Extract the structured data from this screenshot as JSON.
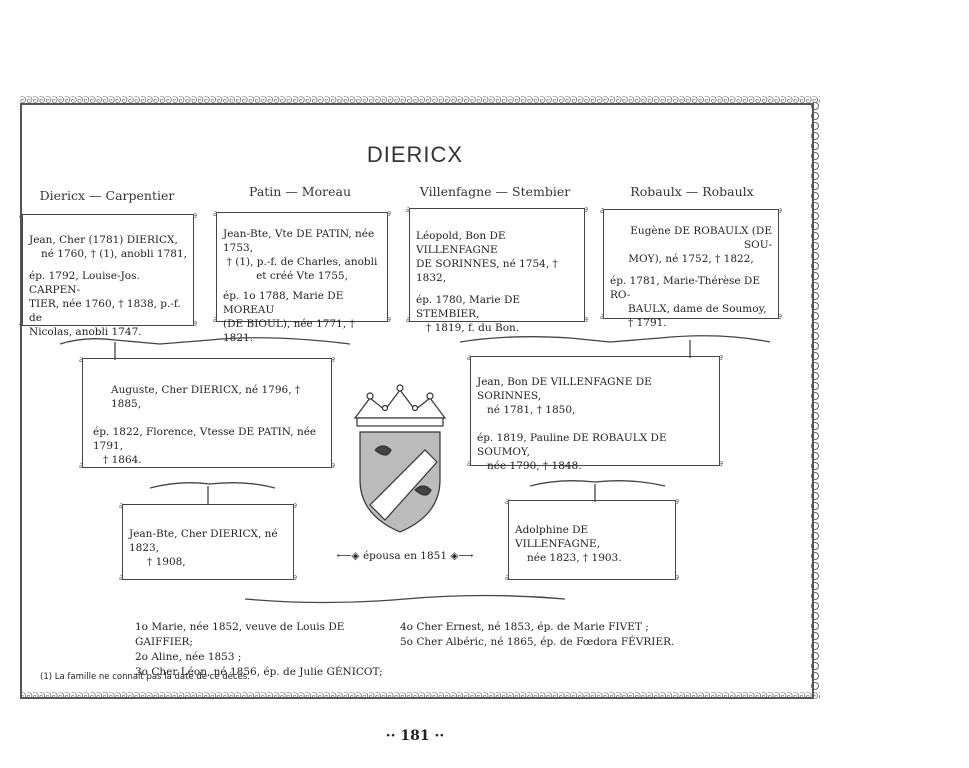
{
  "page": {
    "title": "DIERICX",
    "page_number": "181",
    "page_number_ornament_left": "··",
    "page_number_ornament_right": "··"
  },
  "headings": [
    "Diericx — Carpentier",
    "Patin — Moreau",
    "Villenfagne — Stembier",
    "Robaulx — Robaulx"
  ],
  "gen1": [
    {
      "line1": "Jean, Cher (1781) DIERICX,",
      "line2": "né 1760, † (1), anobli 1781,",
      "line3": "ép. 1792, Louise-Jos. CARPEN-",
      "line4": "TIER, née 1760, † 1838, p.-f. de",
      "line5": "Nicolas, anobli 1747."
    },
    {
      "line1": "Jean-Bte, Vte DE PATIN, née 1753,",
      "line2": "† (1), p.-f. de Charles, anobli",
      "line3": "et créé Vte 1755,",
      "line4": "ép. 1o 1788, Marie DE MOREAU",
      "line5": "(DE BIOUL), née 1771, † 1821."
    },
    {
      "line1": "Léopold, Bon DE VILLENFAGNE",
      "line2": "DE SORINNES, né 1754, † 1832,",
      "line3": "ép. 1780, Marie DE STEMBIER,",
      "line4": "† 1819, f. du Bon."
    },
    {
      "line1": "Eugène DE ROBAULX (DE SOU-",
      "line2": "MOY), né 1752, † 1822,",
      "line3": "ép. 1781, Marie-Thérèse DE RO-",
      "line4": "BAULX, dame de Soumoy,",
      "line5": "† 1791."
    }
  ],
  "gen2": [
    {
      "line1": "Auguste, Cher DIERICX, né 1796, † 1885,",
      "line2": "ép. 1822, Florence, Vtesse DE PATIN, née 1791,",
      "line3": "† 1864."
    },
    {
      "line1": "Jean, Bon DE VILLENFAGNE DE SORINNES,",
      "line2": "né 1781, † 1850,",
      "line3": "ép. 1819, Pauline DE ROBAULX DE SOUMOY,",
      "line4": "née 1790, † 1848."
    }
  ],
  "gen3": [
    {
      "line1": "Jean-Bte, Cher DIERICX, né 1823,",
      "line2": "† 1908,"
    },
    {
      "line1": "Adolphine DE VILLENFAGNE,",
      "line2": "née 1823, † 1903."
    }
  ],
  "marriage": "épousa en 1851",
  "children_left": [
    "1o Marie, née 1852, veuve de Louis DE GAIFFIER;",
    "2o Aline, née 1853 ;",
    "3o Cher Léon, né 1856, ép. de Julie GÉNICOT;"
  ],
  "children_right": [
    "4o Cher Ernest, né 1853, ép. de Marie FIVET ;",
    "5o Cher Albéric, né 1865, ép. de Fœdora FÉVRIER."
  ],
  "footnote": "(1) La famille ne connaît pas la date de ce décès.",
  "icons": [
    "coat-of-arms-icon",
    "ornamental-border-icon",
    "swirl-corner-icon"
  ]
}
